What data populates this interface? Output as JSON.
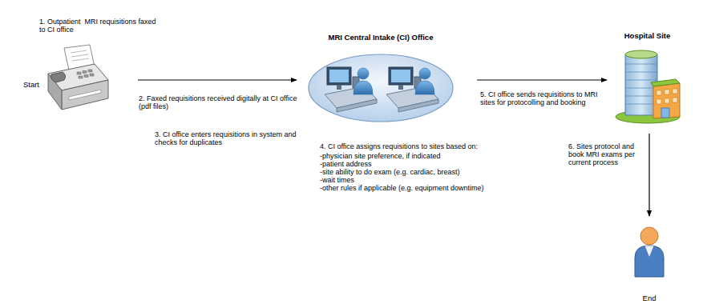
{
  "diagram": {
    "nodes": [
      {
        "text": [
          "Start"
        ]
      },
      {
        "text": [
          "MRI Central Intake (CI) Office"
        ]
      },
      {
        "text": [
          "Hospital Site"
        ]
      },
      {
        "text": [
          "End"
        ]
      }
    ],
    "edges": [
      {
        "from": 0,
        "to": 1,
        "arrow": "to",
        "label": "2. Faxed requisitions received digitally at CI office (pdf files)"
      },
      {
        "from": 1,
        "to": 2,
        "arrow": "to",
        "label": "5. CI office sends requisitions to MRI sites for protocolling and booking"
      },
      {
        "from": 2,
        "to": 3,
        "arrow": "to",
        "label": "6. Sites protocol and book MRI exams per current process"
      }
    ],
    "labels": [
      "1. Outpatient  MRI requisitions faxed to CI office",
      "3. CI office enters requisitions in system and checks for duplicates",
      "4. CI office assigns requisitions to sites based on:",
      "-physician site preference, if indicated",
      "-patient address",
      "-site ability to do exam (e.g. cardiac, breast)",
      "-wait times",
      "-other rules if applicable (e.g. equipment downtime)"
    ]
  }
}
